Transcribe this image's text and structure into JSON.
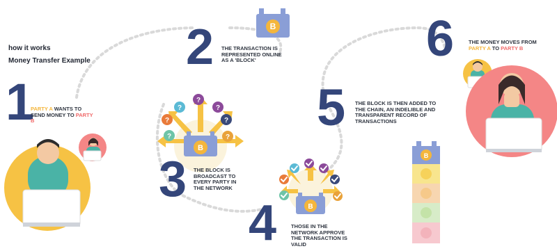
{
  "intro": {
    "title": "how it works",
    "subtitle": "Money Transfer Example"
  },
  "steps": [
    {
      "number": "1",
      "text_prefix_colored": "PARTY A",
      "text_mid": " WANTS  TO SEND MONEY  TO ",
      "text_suffix_colored": "PARTY B"
    },
    {
      "number": "2",
      "text": "THE TRANSACTION IS REPRESENTED ONLINE AS A 'BLOCK'"
    },
    {
      "number": "3",
      "text": "THE BLOCK IS BROADCAST TO EVERY PARTY IN THE NETWORK"
    },
    {
      "number": "4",
      "text": "THOSE IN THE NETWORK APPROVE THE TRANSACTION IS VALID"
    },
    {
      "number": "5",
      "text": "THE BLOCK IS THEN ADDED TO THE CHAIN, AN INDELIBLE AND TRANSPARENT RECORD OF TRANSACTIONS"
    },
    {
      "number": "6",
      "text_prefix": "THE MONEY MOVES FROM ",
      "party_a": "PARTY A",
      "text_mid": " TO ",
      "party_b": "PARTY B"
    }
  ],
  "colors": {
    "number": "#34467a",
    "party_a": "#f4b63c",
    "party_b": "#f06a6a",
    "block": "#8a9ed6",
    "coin": "#f4b63c",
    "dotted_path": "#d9d9d9"
  },
  "icons": {
    "question": "question-mark-icon",
    "check": "check-mark-icon",
    "coin": "bitcoin-icon"
  }
}
